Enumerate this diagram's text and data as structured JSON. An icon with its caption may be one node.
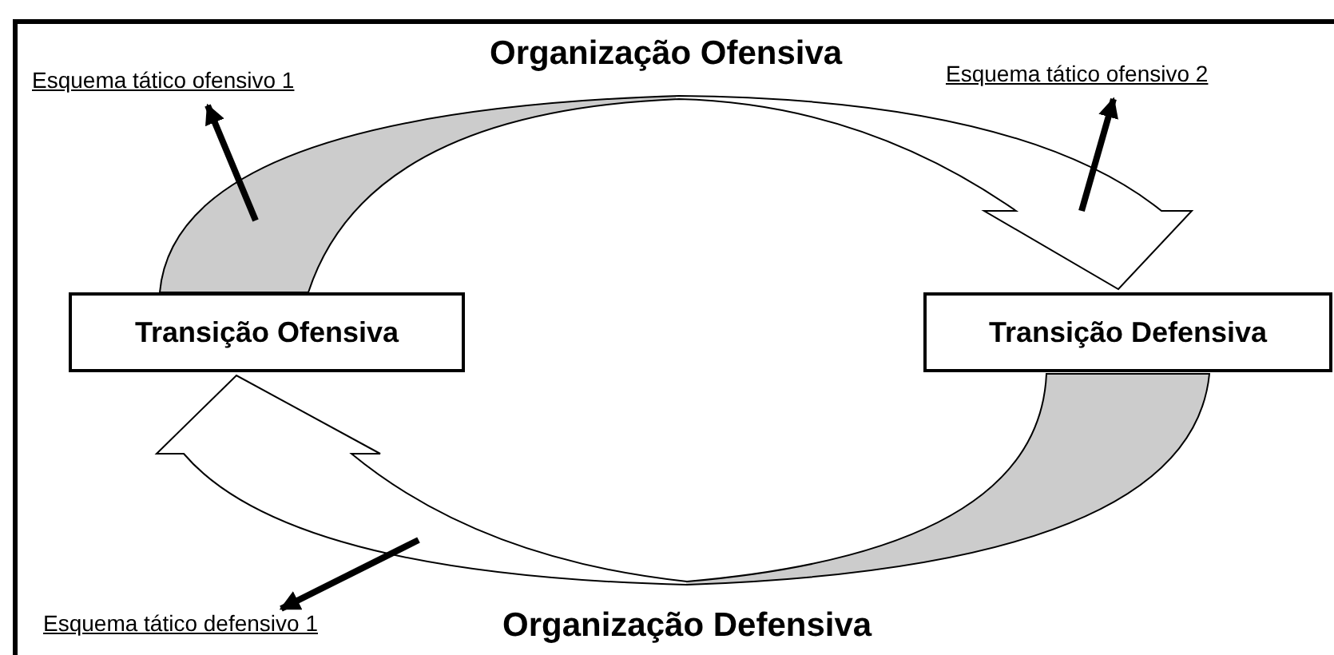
{
  "diagram": {
    "nodes": [
      {
        "text": [
          "Esquema tático ofensivo 1"
        ]
      },
      {
        "text": [
          "Esquema tático ofensivo 2"
        ]
      },
      {
        "text": [
          "Transição Ofensiva"
        ]
      },
      {
        "text": [
          "Transição Defensiva"
        ]
      },
      {
        "text": [
          "Esquema tático defensivo 1"
        ]
      }
    ],
    "edges": [
      {
        "from": 2,
        "to": 3,
        "arrow": "to",
        "label": "Organização Ofensiva"
      },
      {
        "from": 3,
        "to": 2,
        "arrow": "to",
        "label": "Organização Defensiva"
      },
      {
        "from": null,
        "to": 0,
        "arrow": "to"
      },
      {
        "from": null,
        "to": 1,
        "arrow": "to"
      },
      {
        "from": null,
        "to": 4,
        "arrow": "to"
      }
    ]
  }
}
